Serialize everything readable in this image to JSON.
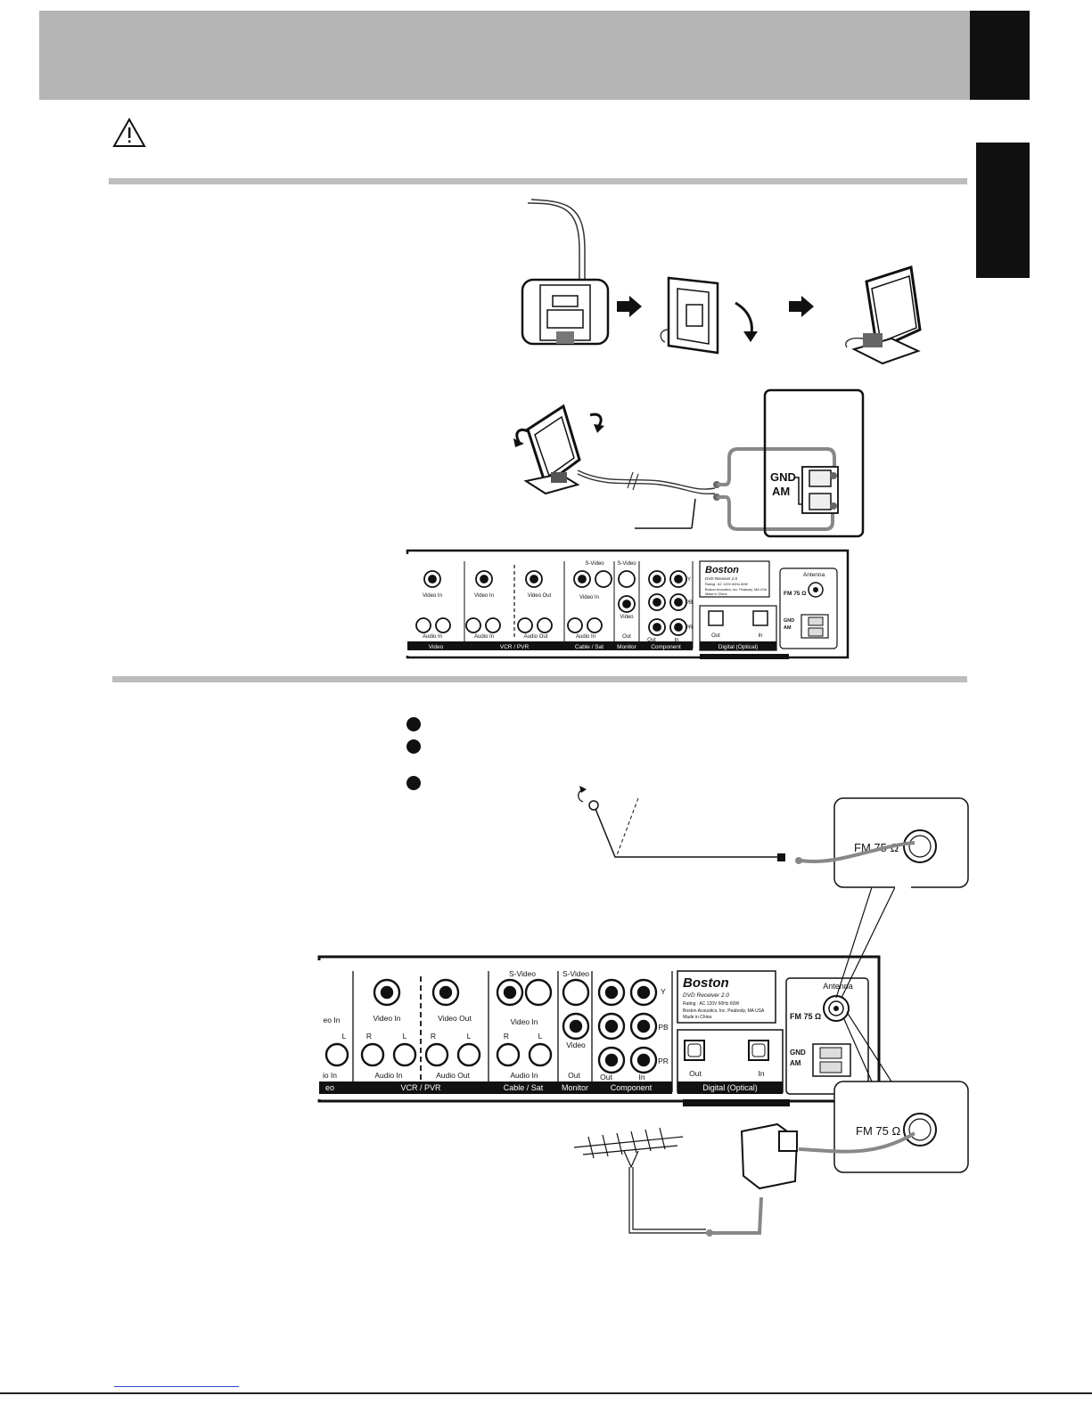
{
  "brand": "Boston",
  "model": "DVD Receiver 2.0",
  "rating": "Rating : AC 120V   60Hz   60W",
  "maker": "Boston Acoustics, Inc.   Peabody, MA USA",
  "origin": "Made in China",
  "small_panel": {
    "antenna": "Antenna",
    "fm": "FM 75 Ω",
    "gnd": "GND",
    "am": "AM"
  },
  "am_terminal": {
    "gnd": "GND",
    "am": "AM"
  },
  "fm_callout_top": "FM 75 Ω",
  "fm_callout_bottom": "FM 75 Ω",
  "large_panel": {
    "s_video_1": "S-Video",
    "s_video_2": "S-Video",
    "video_in_cut": "eo In",
    "audio_in_cut": "io In",
    "section_cut": "eo",
    "vcr_video_in": "Video In",
    "vcr_video_out": "Video Out",
    "vcr_audio_in": "Audio In",
    "vcr_audio_out": "Audio Out",
    "r1": "R",
    "l1": "L",
    "r2": "R",
    "l2": "L",
    "r3": "R",
    "l3": "L",
    "l0": "L",
    "cable_video_in": "Video In",
    "cable_audio_in": "Audio In",
    "monitor_video": "Video",
    "monitor_out": "Out",
    "comp_y": "Y",
    "comp_pb": "PB",
    "comp_pr": "PR",
    "comp_out": "Out",
    "comp_in": "In",
    "digital_out": "Out",
    "digital_in": "In",
    "sec_vcr": "VCR / PVR",
    "sec_cable": "Cable / Sat",
    "sec_monitor": "Monitor",
    "sec_component": "Component",
    "sec_digital": "Digital (Optical)",
    "antenna": "Antenna",
    "fm": "FM 75 Ω",
    "gnd": "GND",
    "am": "AM"
  },
  "mid_panel": {
    "s_video_1": "S-Video",
    "s_video_2": "S-Video",
    "video_in_1": "Video In",
    "video_in_2": "Video In",
    "video_out": "Video Out",
    "video_in_3": "Video In",
    "audio_in_1": "Audio In",
    "audio_in_2": "Audio In",
    "audio_out": "Audio Out",
    "audio_in_3": "Audio In",
    "monitor_video": "Video",
    "monitor_out": "Out",
    "comp_y": "Y",
    "comp_pb": "PB",
    "comp_pr": "PR",
    "comp_out": "Out",
    "comp_in": "In",
    "digital_out": "Out",
    "digital_in": "In",
    "sec_video": "Video",
    "sec_vcr": "VCR / PVR",
    "sec_cable": "Cable / Sat",
    "sec_monitor": "Monitor",
    "sec_component": "Component",
    "sec_digital": "Digital (Optical)"
  }
}
